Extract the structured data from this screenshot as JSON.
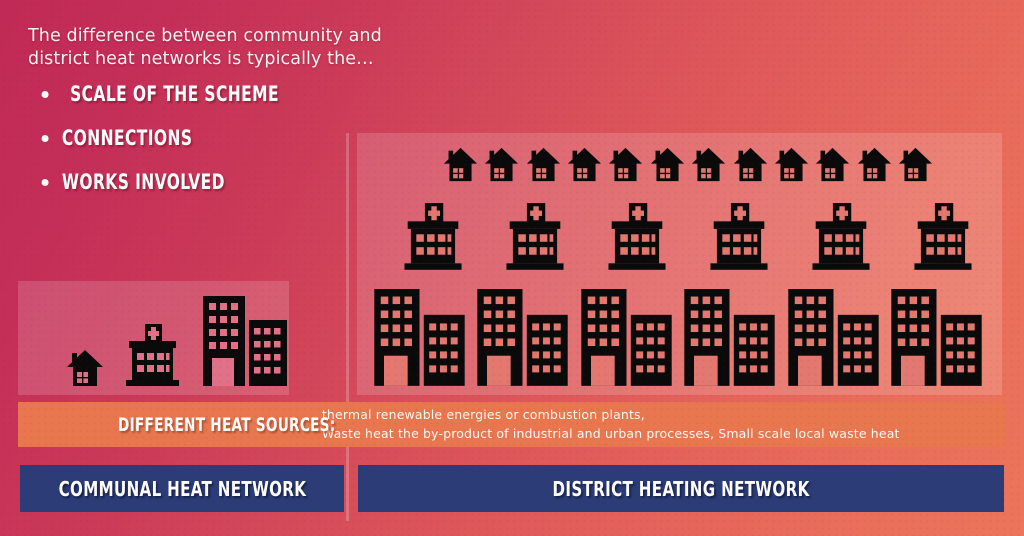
{
  "headline": "The difference between community and district heat networks is typically the…",
  "bullets": [
    {
      "label": "SCALE OF THE SCHEME",
      "indented": true
    },
    {
      "label": "CONNECTIONS",
      "indented": false
    },
    {
      "label": "WORKS INVOLVED",
      "indented": false
    }
  ],
  "heat_sources": {
    "label": "DIFFERENT HEAT SOURCES:",
    "line1": "thermal renewable energies or combustion plants,",
    "line2": "Waste heat the by-product of industrial and urban processes, Small scale local waste heat"
  },
  "network_labels": {
    "left": "COMMUNAL HEAT NETWORK",
    "right": "DISTRICT HEATING NETWORK"
  },
  "illustration": {
    "left_panel": {
      "icons": [
        "house-icon",
        "hospital-icon",
        "office-tower-icon"
      ],
      "house_count": 1,
      "hospital_count": 1,
      "office_pair_count": 1
    },
    "right_panel": {
      "house_count": 12,
      "hospital_count": 6,
      "office_pair_count": 6
    }
  },
  "colors": {
    "background_start": "#c02a56",
    "background_end": "#ec755a",
    "panel_overlay": "rgba(255,255,255,0.16)",
    "heat_bar": "#e8774f",
    "navy_bar": "#2b3c77",
    "icon": "#0a0a0a",
    "text_light": "#ffffff"
  }
}
